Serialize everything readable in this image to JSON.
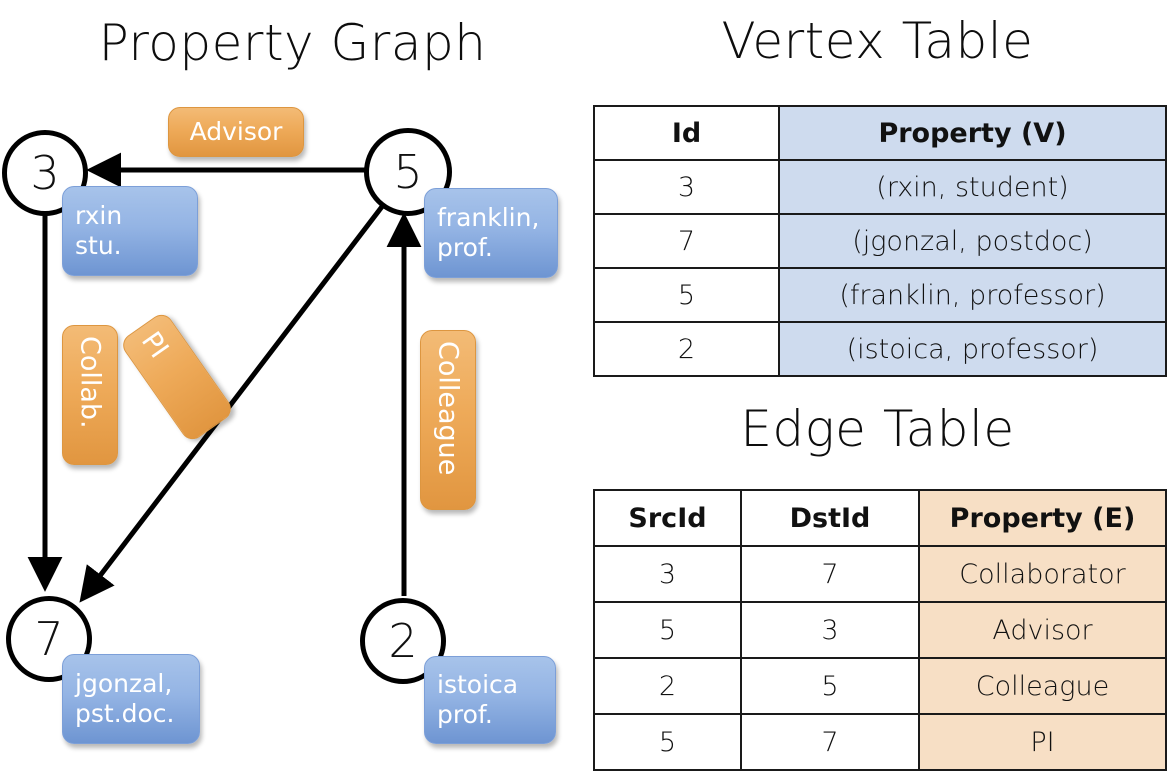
{
  "titles": {
    "property_graph": "Property Graph",
    "vertex_table": "Vertex Table",
    "edge_table": "Edge Table"
  },
  "graph": {
    "nodes": [
      {
        "id": "3",
        "label": "rxin\nstu."
      },
      {
        "id": "5",
        "label": "franklin,\nprof."
      },
      {
        "id": "7",
        "label": "jgonzal,\npst.doc."
      },
      {
        "id": "2",
        "label": "istoica\nprof."
      }
    ],
    "edge_labels": {
      "advisor": "Advisor",
      "collab": "Collab.",
      "pi": "PI",
      "colleague": "Colleague"
    }
  },
  "vertex_table": {
    "headers": [
      "Id",
      "Property (V)"
    ],
    "rows": [
      {
        "id": "3",
        "property": "(rxin, student)"
      },
      {
        "id": "7",
        "property": "(jgonzal, postdoc)"
      },
      {
        "id": "5",
        "property": "(franklin, professor)"
      },
      {
        "id": "2",
        "property": "(istoica, professor)"
      }
    ]
  },
  "edge_table": {
    "headers": [
      "SrcId",
      "DstId",
      "Property (E)"
    ],
    "rows": [
      {
        "src": "3",
        "dst": "7",
        "property": "Collaborator"
      },
      {
        "src": "5",
        "dst": "3",
        "property": "Advisor"
      },
      {
        "src": "2",
        "dst": "5",
        "property": "Colleague"
      },
      {
        "src": "5",
        "dst": "7",
        "property": "PI"
      }
    ]
  },
  "colors": {
    "vertex_highlight": "#cedbee",
    "edge_highlight": "#f7dfc5",
    "node_label_blue": "#94b4e4",
    "edge_label_orange": "#eeaa59",
    "stroke": "#000000"
  }
}
